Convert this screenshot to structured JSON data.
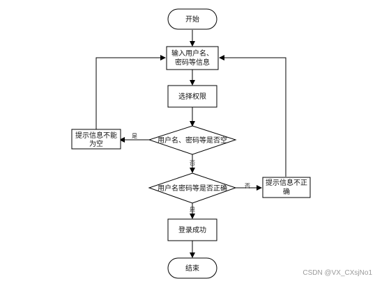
{
  "nodes": {
    "start": "开始",
    "input_line1": "输入用户名、",
    "input_line2": "密码等信息",
    "select": "选择权限",
    "decision_empty": "用户名、密码等是否空",
    "decision_correct": "用户名密码等是否正确",
    "warn_empty_line1": "提示信息不能",
    "warn_empty_line2": "为空",
    "warn_incorrect_line1": "提示信息不正",
    "warn_incorrect_line2": "确",
    "success": "登录成功",
    "end": "结束"
  },
  "edges": {
    "empty_yes": "是",
    "empty_no": "否",
    "correct_no": "否",
    "correct_yes": "是"
  },
  "watermark": "CSDN @VX_CXsjNo1",
  "colors": {
    "stroke": "#000000",
    "fill": "#ffffff",
    "text": "#111111",
    "watermark": "#9a9a9a"
  }
}
